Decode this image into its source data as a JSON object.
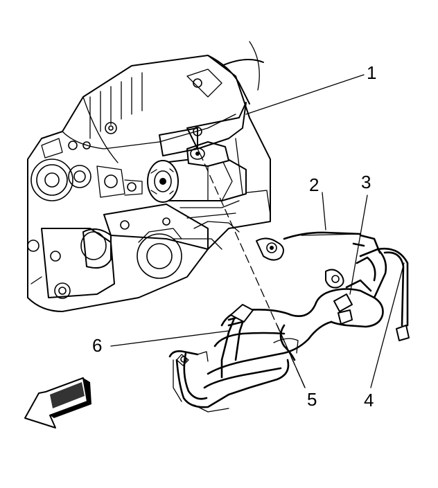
{
  "callouts": [
    {
      "id": "1",
      "label": "1"
    },
    {
      "id": "2",
      "label": "2"
    },
    {
      "id": "3",
      "label": "3"
    },
    {
      "id": "4",
      "label": "4"
    },
    {
      "id": "5",
      "label": "5"
    },
    {
      "id": "6",
      "label": "6"
    }
  ],
  "icons": {
    "direction_arrow": "front-direction-arrow-icon"
  }
}
